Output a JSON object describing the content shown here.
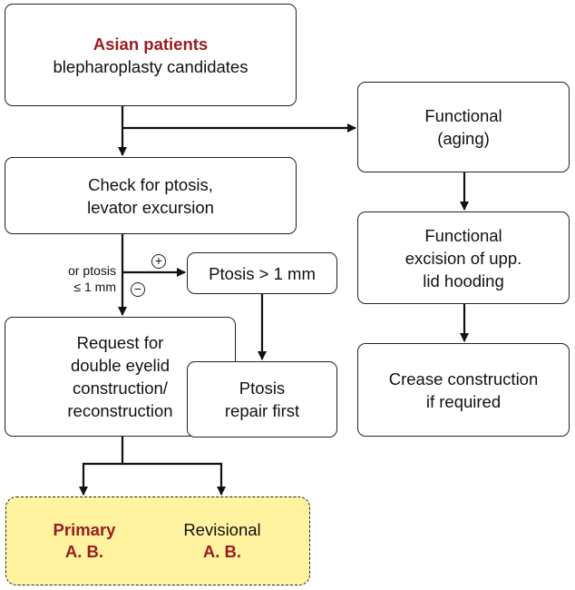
{
  "start": {
    "title": "Asian patients",
    "subtitle": "blepharoplasty candidates"
  },
  "check": {
    "line1": "Check for ptosis,",
    "line2": "levator excursion"
  },
  "ptosis_gt": {
    "label": "Ptosis > 1 mm"
  },
  "ptosis_repair": {
    "line1": "Ptosis",
    "line2": "repair first"
  },
  "request": {
    "line1": "Request for",
    "line2": "double eyelid",
    "line3": "construction/",
    "line4": "reconstruction"
  },
  "functional": {
    "line1": "Functional",
    "line2": "(aging)"
  },
  "excision": {
    "line1": "Functional",
    "line2": "excision of upp.",
    "line3": "lid hooding"
  },
  "crease": {
    "line1": "Crease construction",
    "line2": "if required"
  },
  "result": {
    "primary": {
      "line1": "Primary",
      "line2": "A. B."
    },
    "revisional": {
      "line1": "Revisional",
      "line2": "A. B."
    }
  },
  "edge_labels": {
    "neg_line1": "or ptosis",
    "neg_line2": "≤ 1 mm",
    "plus": "+",
    "minus": "−"
  },
  "colors": {
    "accent_red": "#9b1c20",
    "result_fill": "#fff3a0"
  }
}
